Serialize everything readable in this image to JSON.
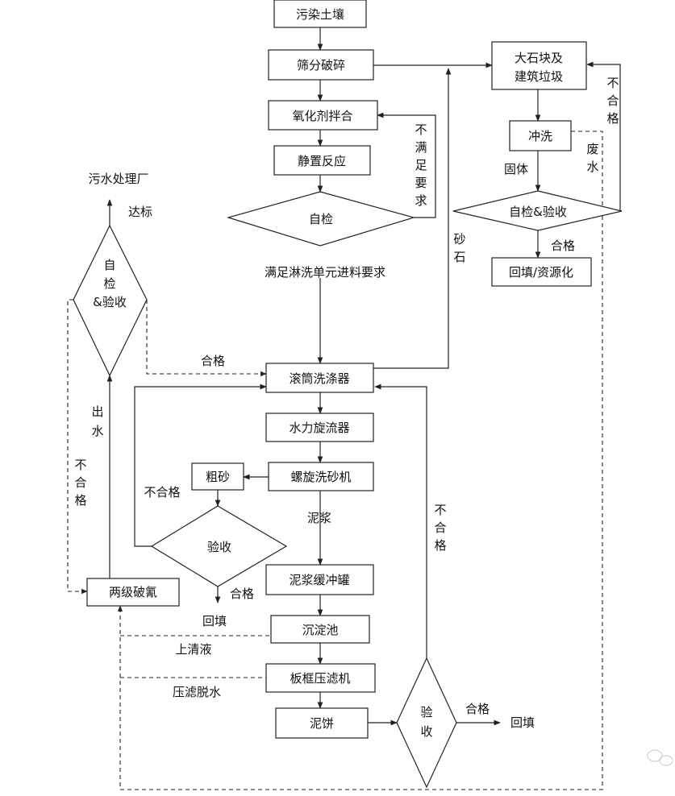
{
  "nodes": {
    "contaminated_soil": "污染土壤",
    "screen_crush": "筛分破碎",
    "oxidant_mix": "氧化剂拌合",
    "static_react": "静置反应",
    "self_check_1": "自检",
    "big_stones_l1": "大石块及",
    "big_stones_l2": "建筑垃圾",
    "rinse": "冲洗",
    "self_check_accept_1": "自检&验收",
    "backfill_resource": "回填/资源化",
    "sewage_plant": "污水处理厂",
    "self_check_accept_2_l1": "自",
    "self_check_accept_2_l2": "检",
    "self_check_accept_2_l3": "&验收",
    "drum_washer": "滚筒洗涤器",
    "hydrocyclone": "水力旋流器",
    "coarse_sand": "粗砂",
    "screw_sand_washer": "螺旋洗砂机",
    "accept_1": "验收",
    "two_stage_cyanide": "两级破氰",
    "slurry_tank": "泥浆缓冲罐",
    "settling_tank": "沉淀池",
    "filter_press": "板框压滤机",
    "mud_cake": "泥饼",
    "accept_2_l1": "验",
    "accept_2_l2": "收",
    "backfill_end": "回填",
    "backfill_sand": "回填"
  },
  "labels": {
    "not_meet_1": "不",
    "not_meet_2": "满",
    "not_meet_3": "足",
    "not_meet_4": "要",
    "not_meet_5": "求",
    "meets_feed": "满足淋洗单元进料要求",
    "gravel_1": "砂",
    "gravel_2": "石",
    "unqualified_top_1": "不",
    "unqualified_top_2": "合",
    "unqualified_top_3": "格",
    "wastewater_1": "废",
    "wastewater_2": "水",
    "solid": "固体",
    "qualified_top": "合格",
    "reach_std": "达标",
    "qualified_left": "合格",
    "outflow_1": "出",
    "outflow_2": "水",
    "unqualified_left_1": "不",
    "unqualified_left_2": "合",
    "unqualified_left_3": "格",
    "unqualified_sand": "不合格",
    "slurry": "泥浆",
    "qualified_sand": "合格",
    "supernatant": "上清液",
    "press_dewater": "压滤脱水",
    "unqualified_right_1": "不",
    "unqualified_right_2": "合",
    "unqualified_right_3": "格",
    "qualified_end": "合格"
  }
}
